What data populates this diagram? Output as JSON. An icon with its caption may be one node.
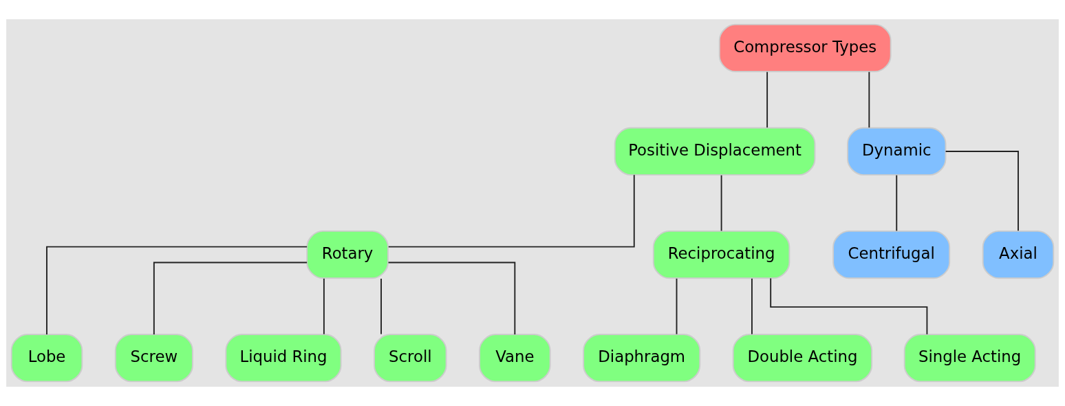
{
  "diagram": {
    "nodes": [
      {
        "text": [
          "Compressor Types"
        ]
      },
      {
        "text": [
          "Positive Displacement"
        ]
      },
      {
        "text": [
          "Dynamic"
        ]
      },
      {
        "text": [
          "Rotary"
        ]
      },
      {
        "text": [
          "Reciprocating"
        ]
      },
      {
        "text": [
          "Centrifugal"
        ]
      },
      {
        "text": [
          "Axial"
        ]
      },
      {
        "text": [
          "Lobe"
        ]
      },
      {
        "text": [
          "Screw"
        ]
      },
      {
        "text": [
          "Liquid Ring"
        ]
      },
      {
        "text": [
          "Scroll"
        ]
      },
      {
        "text": [
          "Vane"
        ]
      },
      {
        "text": [
          "Diaphragm"
        ]
      },
      {
        "text": [
          "Double Acting"
        ]
      },
      {
        "text": [
          "Single Acting"
        ]
      }
    ],
    "edges": [
      {
        "from": 0,
        "to": 1,
        "arrow": "none"
      },
      {
        "from": 0,
        "to": 2,
        "arrow": "none"
      },
      {
        "from": 1,
        "to": 3,
        "arrow": "none"
      },
      {
        "from": 1,
        "to": 4,
        "arrow": "none"
      },
      {
        "from": 2,
        "to": 5,
        "arrow": "none"
      },
      {
        "from": 2,
        "to": 6,
        "arrow": "none"
      },
      {
        "from": 3,
        "to": 7,
        "arrow": "none"
      },
      {
        "from": 3,
        "to": 8,
        "arrow": "none"
      },
      {
        "from": 3,
        "to": 9,
        "arrow": "none"
      },
      {
        "from": 3,
        "to": 10,
        "arrow": "none"
      },
      {
        "from": 3,
        "to": 11,
        "arrow": "none"
      },
      {
        "from": 4,
        "to": 12,
        "arrow": "none"
      },
      {
        "from": 4,
        "to": 13,
        "arrow": "none"
      },
      {
        "from": 4,
        "to": 14,
        "arrow": "none"
      }
    ]
  }
}
